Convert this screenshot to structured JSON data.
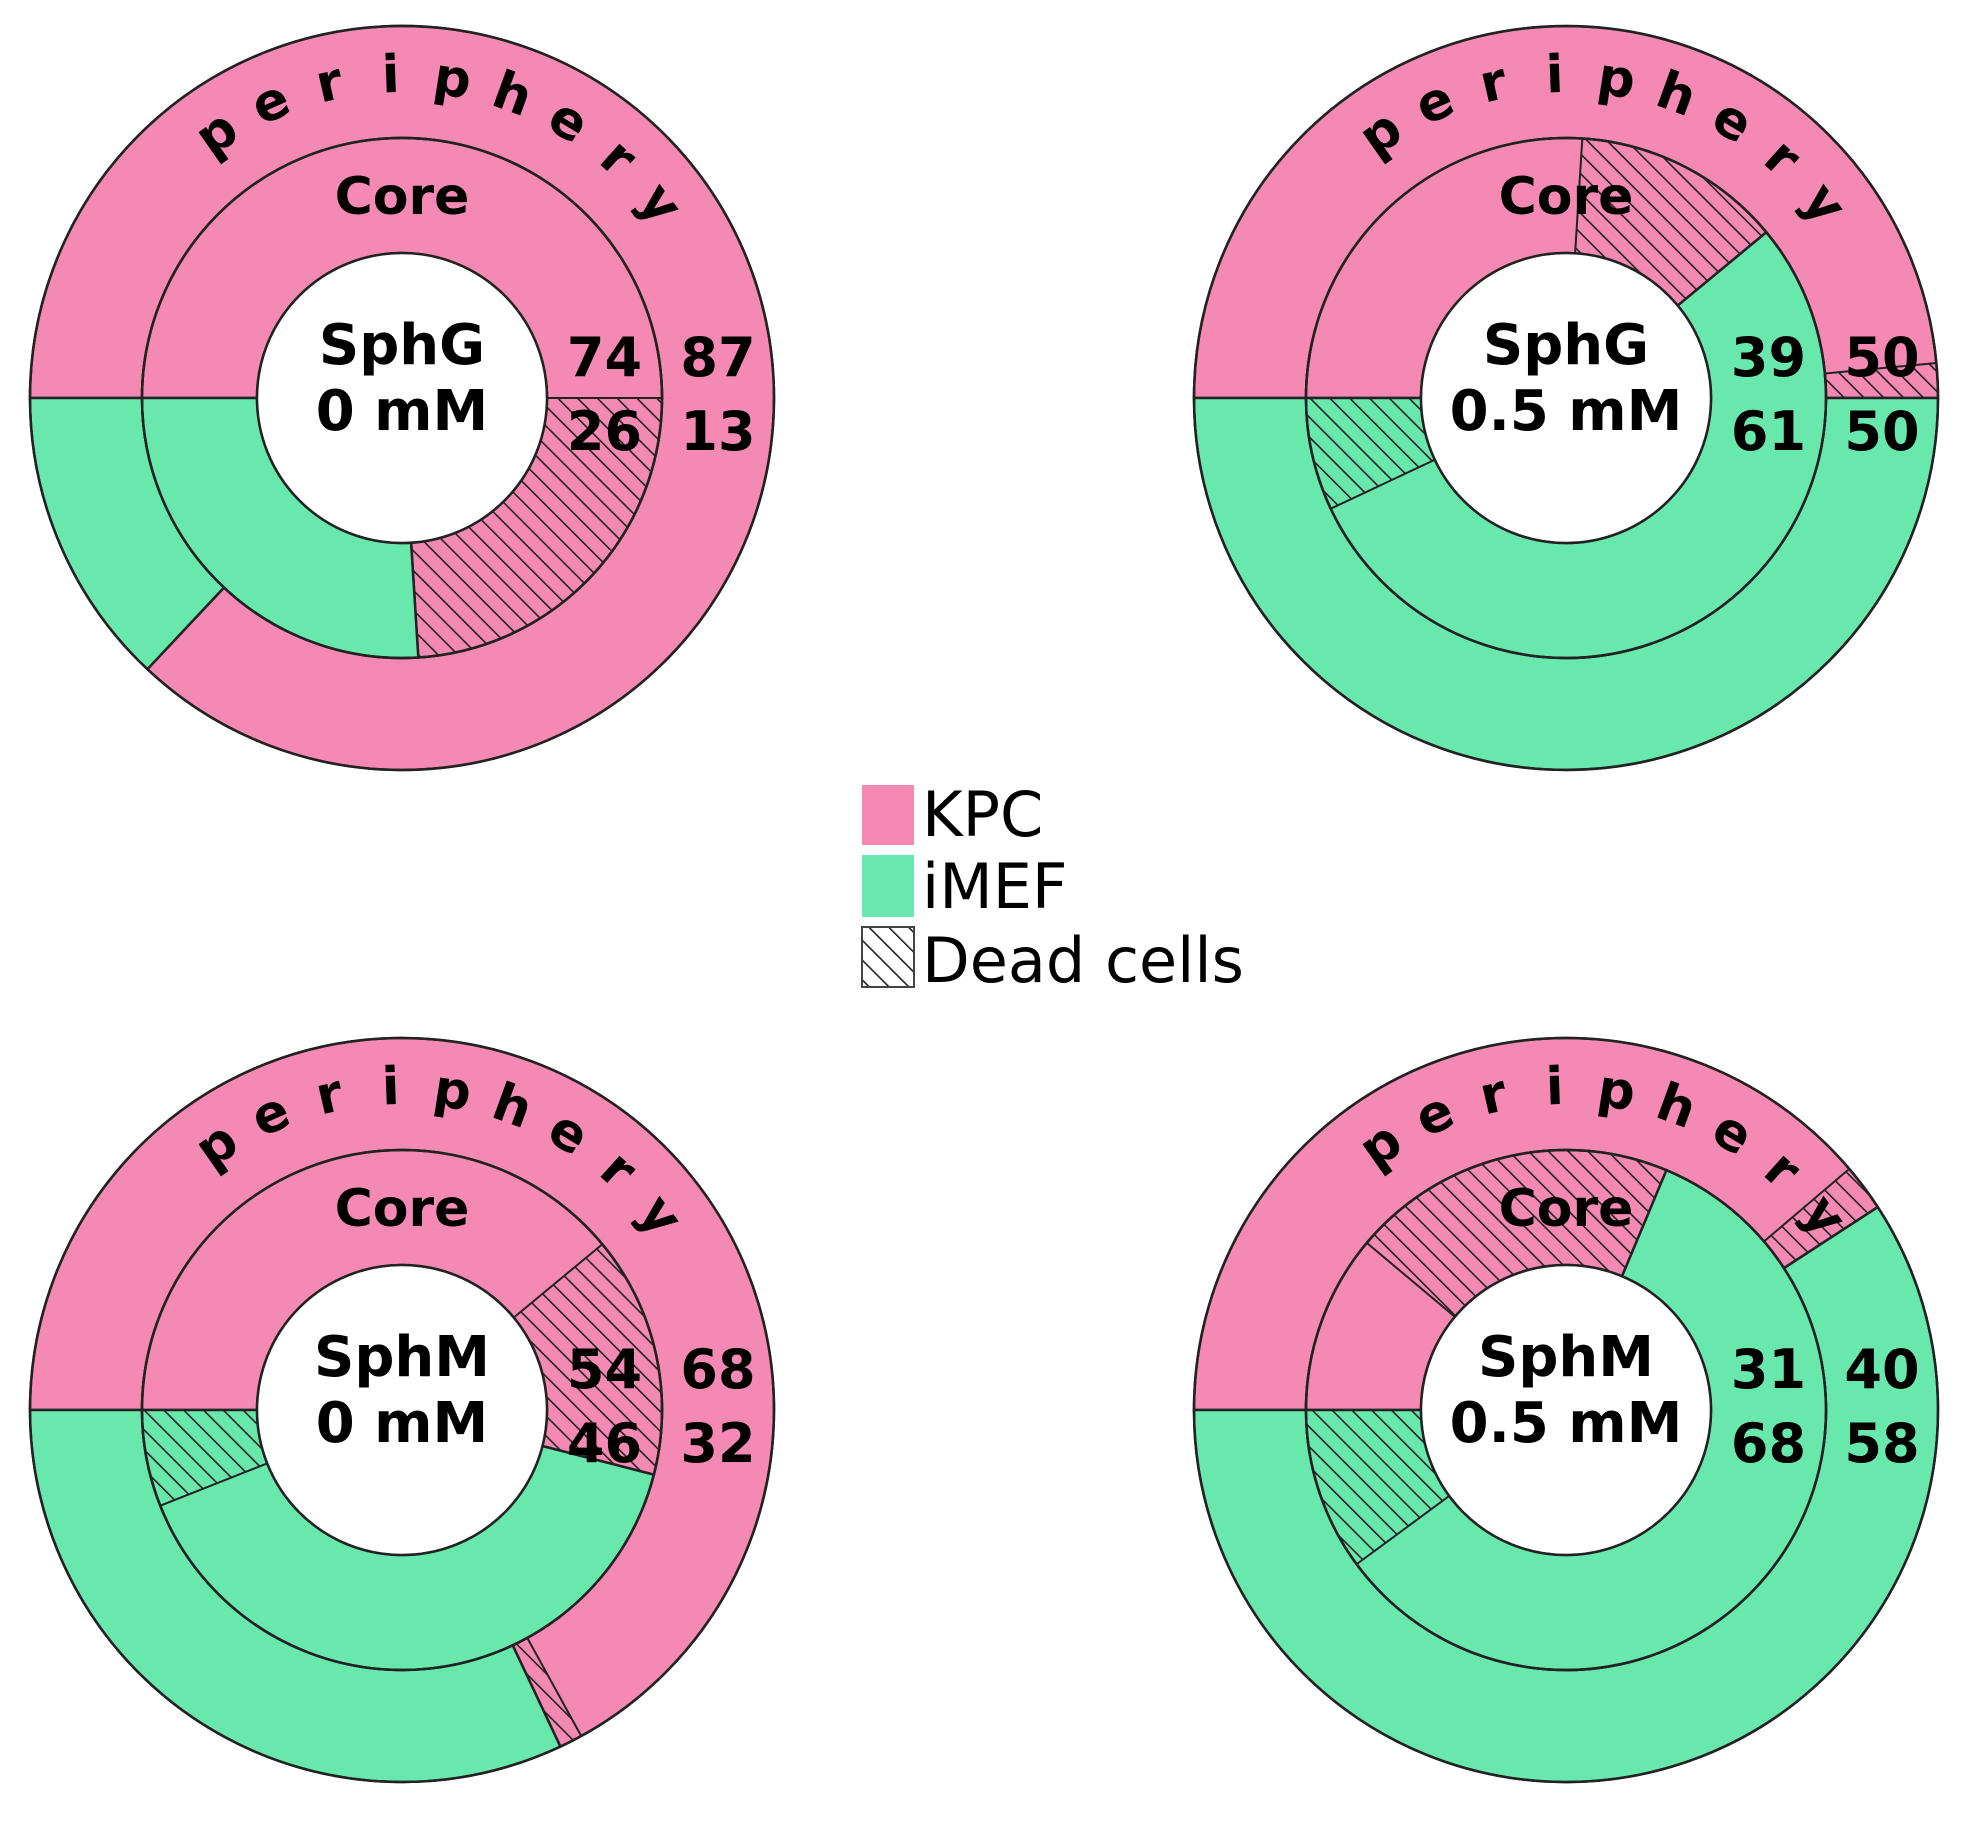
{
  "colors": {
    "kpc": "#F48AB4",
    "imef": "#69E8AE",
    "outline": "#222222"
  },
  "legend": {
    "kpc": "KPC",
    "imef": "iMEF",
    "dead": "Dead cells"
  },
  "chart_data": [
    {
      "type": "donut",
      "title_line1": "SphG",
      "title_line2": "0 mM",
      "outer_label": "periphery",
      "inner_label": "Core",
      "series": [
        {
          "name": "periphery",
          "values": {
            "KPC": 87,
            "iMEF": 13
          },
          "dead": {
            "KPC": 0,
            "iMEF": 0
          }
        },
        {
          "name": "Core",
          "values": {
            "KPC": 74,
            "iMEF": 26
          },
          "dead": {
            "KPC": 24,
            "iMEF": 0
          }
        }
      ],
      "labels": {
        "inner_kpc": "74",
        "inner_imef": "26",
        "outer_kpc": "87",
        "outer_imef": "13"
      }
    },
    {
      "type": "donut",
      "title_line1": "SphG",
      "title_line2": "0.5 mM",
      "outer_label": "periphery",
      "inner_label": "Core",
      "series": [
        {
          "name": "periphery",
          "values": {
            "KPC": 50,
            "iMEF": 50
          },
          "dead": {
            "KPC": 1.5,
            "iMEF": 0
          }
        },
        {
          "name": "Core",
          "values": {
            "KPC": 39,
            "iMEF": 61
          },
          "dead": {
            "KPC": 13,
            "iMEF": 7
          }
        }
      ],
      "labels": {
        "inner_kpc": "39",
        "inner_imef": "61",
        "outer_kpc": "50",
        "outer_imef": "50"
      }
    },
    {
      "type": "donut",
      "title_line1": "SphM",
      "title_line2": "0 mM",
      "outer_label": "periphery",
      "inner_label": "Core",
      "series": [
        {
          "name": "periphery",
          "values": {
            "KPC": 68,
            "iMEF": 32
          },
          "dead": {
            "KPC": 1,
            "iMEF": 0
          }
        },
        {
          "name": "Core",
          "values": {
            "KPC": 54,
            "iMEF": 46
          },
          "dead": {
            "KPC": 15,
            "iMEF": 6
          }
        }
      ],
      "labels": {
        "inner_kpc": "54",
        "inner_imef": "46",
        "outer_kpc": "68",
        "outer_imef": "32"
      }
    },
    {
      "type": "donut",
      "title_line1": "SphM",
      "title_line2": "0.5 mM",
      "outer_label": "periphery",
      "inner_label": "Core",
      "series": [
        {
          "name": "periphery",
          "values": {
            "KPC": 40,
            "iMEF": 58
          },
          "dead": {
            "KPC": 2,
            "iMEF": 0
          }
        },
        {
          "name": "Core",
          "values": {
            "KPC": 31,
            "iMEF": 68
          },
          "dead": {
            "KPC": 20,
            "iMEF": 10
          }
        }
      ],
      "labels": {
        "inner_kpc": "31",
        "inner_imef": "68",
        "outer_kpc": "40",
        "outer_imef": "58"
      }
    }
  ]
}
